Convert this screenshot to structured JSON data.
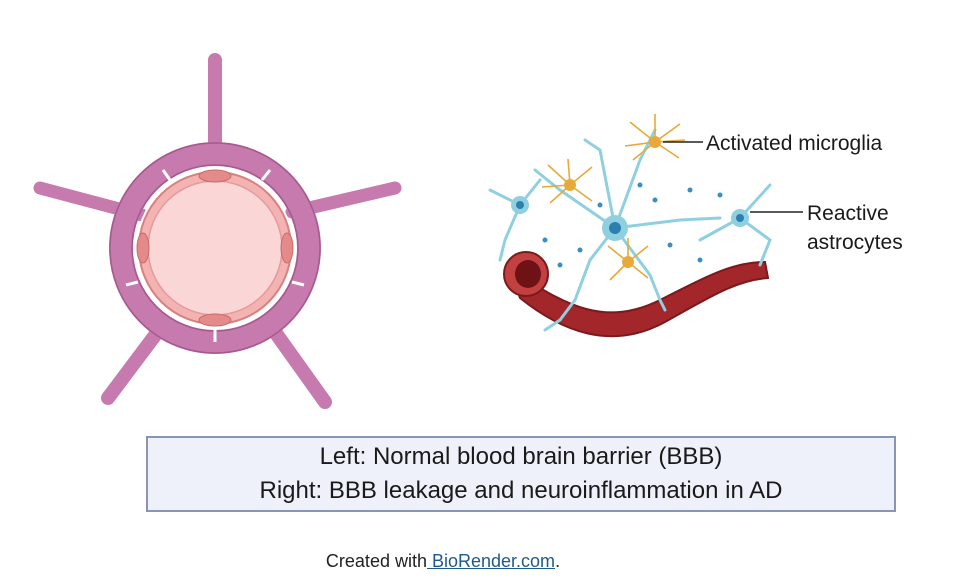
{
  "labels": {
    "microglia": "Activated microglia",
    "astrocytes_line1": "Reactive",
    "astrocytes_line2": "astrocytes"
  },
  "caption": {
    "line1": "Left: Normal blood brain barrier (BBB)",
    "line2": "Right: BBB leakage and neuroinflammation in AD"
  },
  "credit": {
    "prefix": "Created with",
    "link_text": " BioRender.com",
    "suffix": "."
  },
  "colors": {
    "pericyte_purple": "#c77aad",
    "endothelium_pink": "#f2a6a6",
    "lumen_pink": "#fbd3d3",
    "vessel_red": "#a3262a",
    "astrocyte_blue": "#8fd0e0",
    "microglia_orange": "#e6a93a",
    "caption_border": "#8a94b8",
    "caption_bg": "#eef1f9"
  }
}
